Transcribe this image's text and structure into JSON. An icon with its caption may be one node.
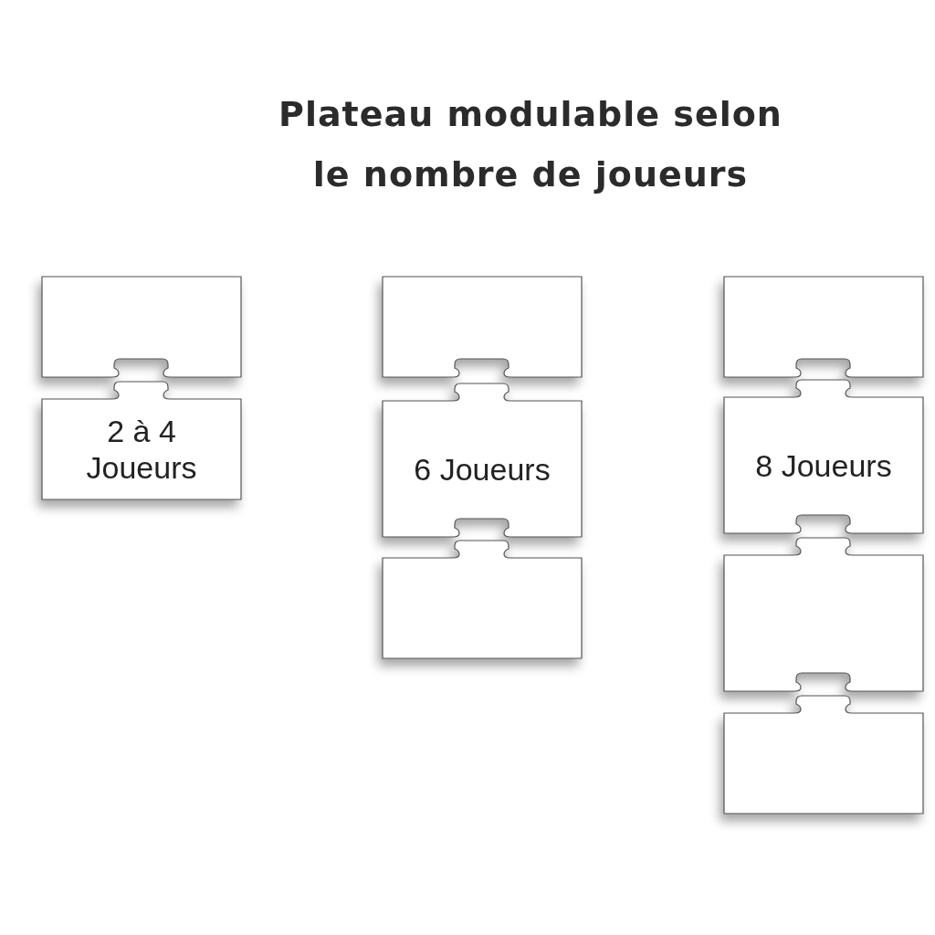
{
  "diagram": {
    "title": "Plateau modulable selon le nombre de joueurs",
    "nodes": [
      {
        "text": [],
        "shape": "box"
      },
      {
        "text": [
          "2 à 4 Joueurs"
        ]
      },
      {
        "text": [],
        "shape": "box"
      },
      {
        "text": [
          "6 Joueurs"
        ]
      },
      {
        "text": [],
        "shape": "box"
      },
      {
        "text": [],
        "shape": "box"
      },
      {
        "text": [
          "8 Joueurs"
        ]
      },
      {
        "text": [],
        "shape": "box"
      },
      {
        "text": [],
        "shape": "box"
      }
    ]
  }
}
